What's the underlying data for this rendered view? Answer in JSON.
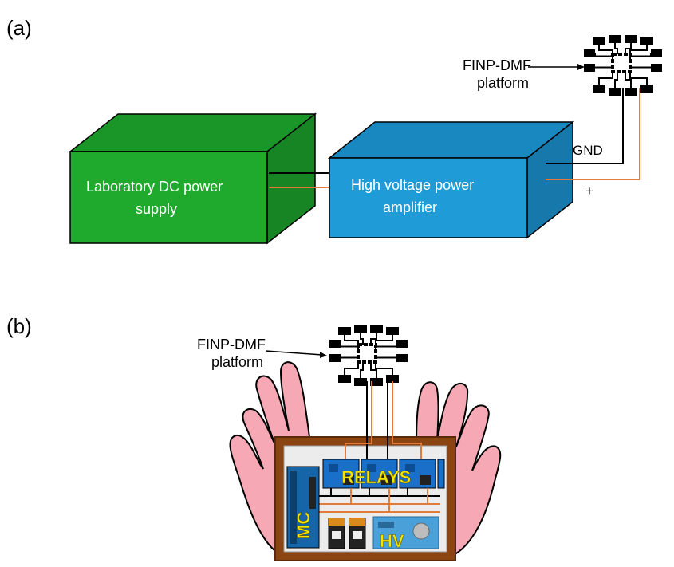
{
  "panel_a": {
    "label": "(a)",
    "chip_label_line1": "FINP-DMF",
    "chip_label_line2": "platform",
    "dc_supply_line1": "Laboratory DC power",
    "dc_supply_line2": "supply",
    "amplifier_line1": "High voltage power",
    "amplifier_line2": "amplifier",
    "gnd_label": "GND",
    "plus_label": "+"
  },
  "panel_b": {
    "label": "(b)",
    "chip_label_line1": "FINP-DMF",
    "chip_label_line2": "platform",
    "relays_label": "RELAYS",
    "mc_label": "MC",
    "hv_label": "HV"
  },
  "colors": {
    "dc_supply": "#1faa2e",
    "amplifier": "#1f9bd8",
    "positive_wire": "#e07b39",
    "ground_wire": "#000000",
    "relay_board": "#1a6fc9",
    "frame": "#8b4513",
    "hands": "#f6a8b4",
    "highlight_text": "#f2e600"
  }
}
